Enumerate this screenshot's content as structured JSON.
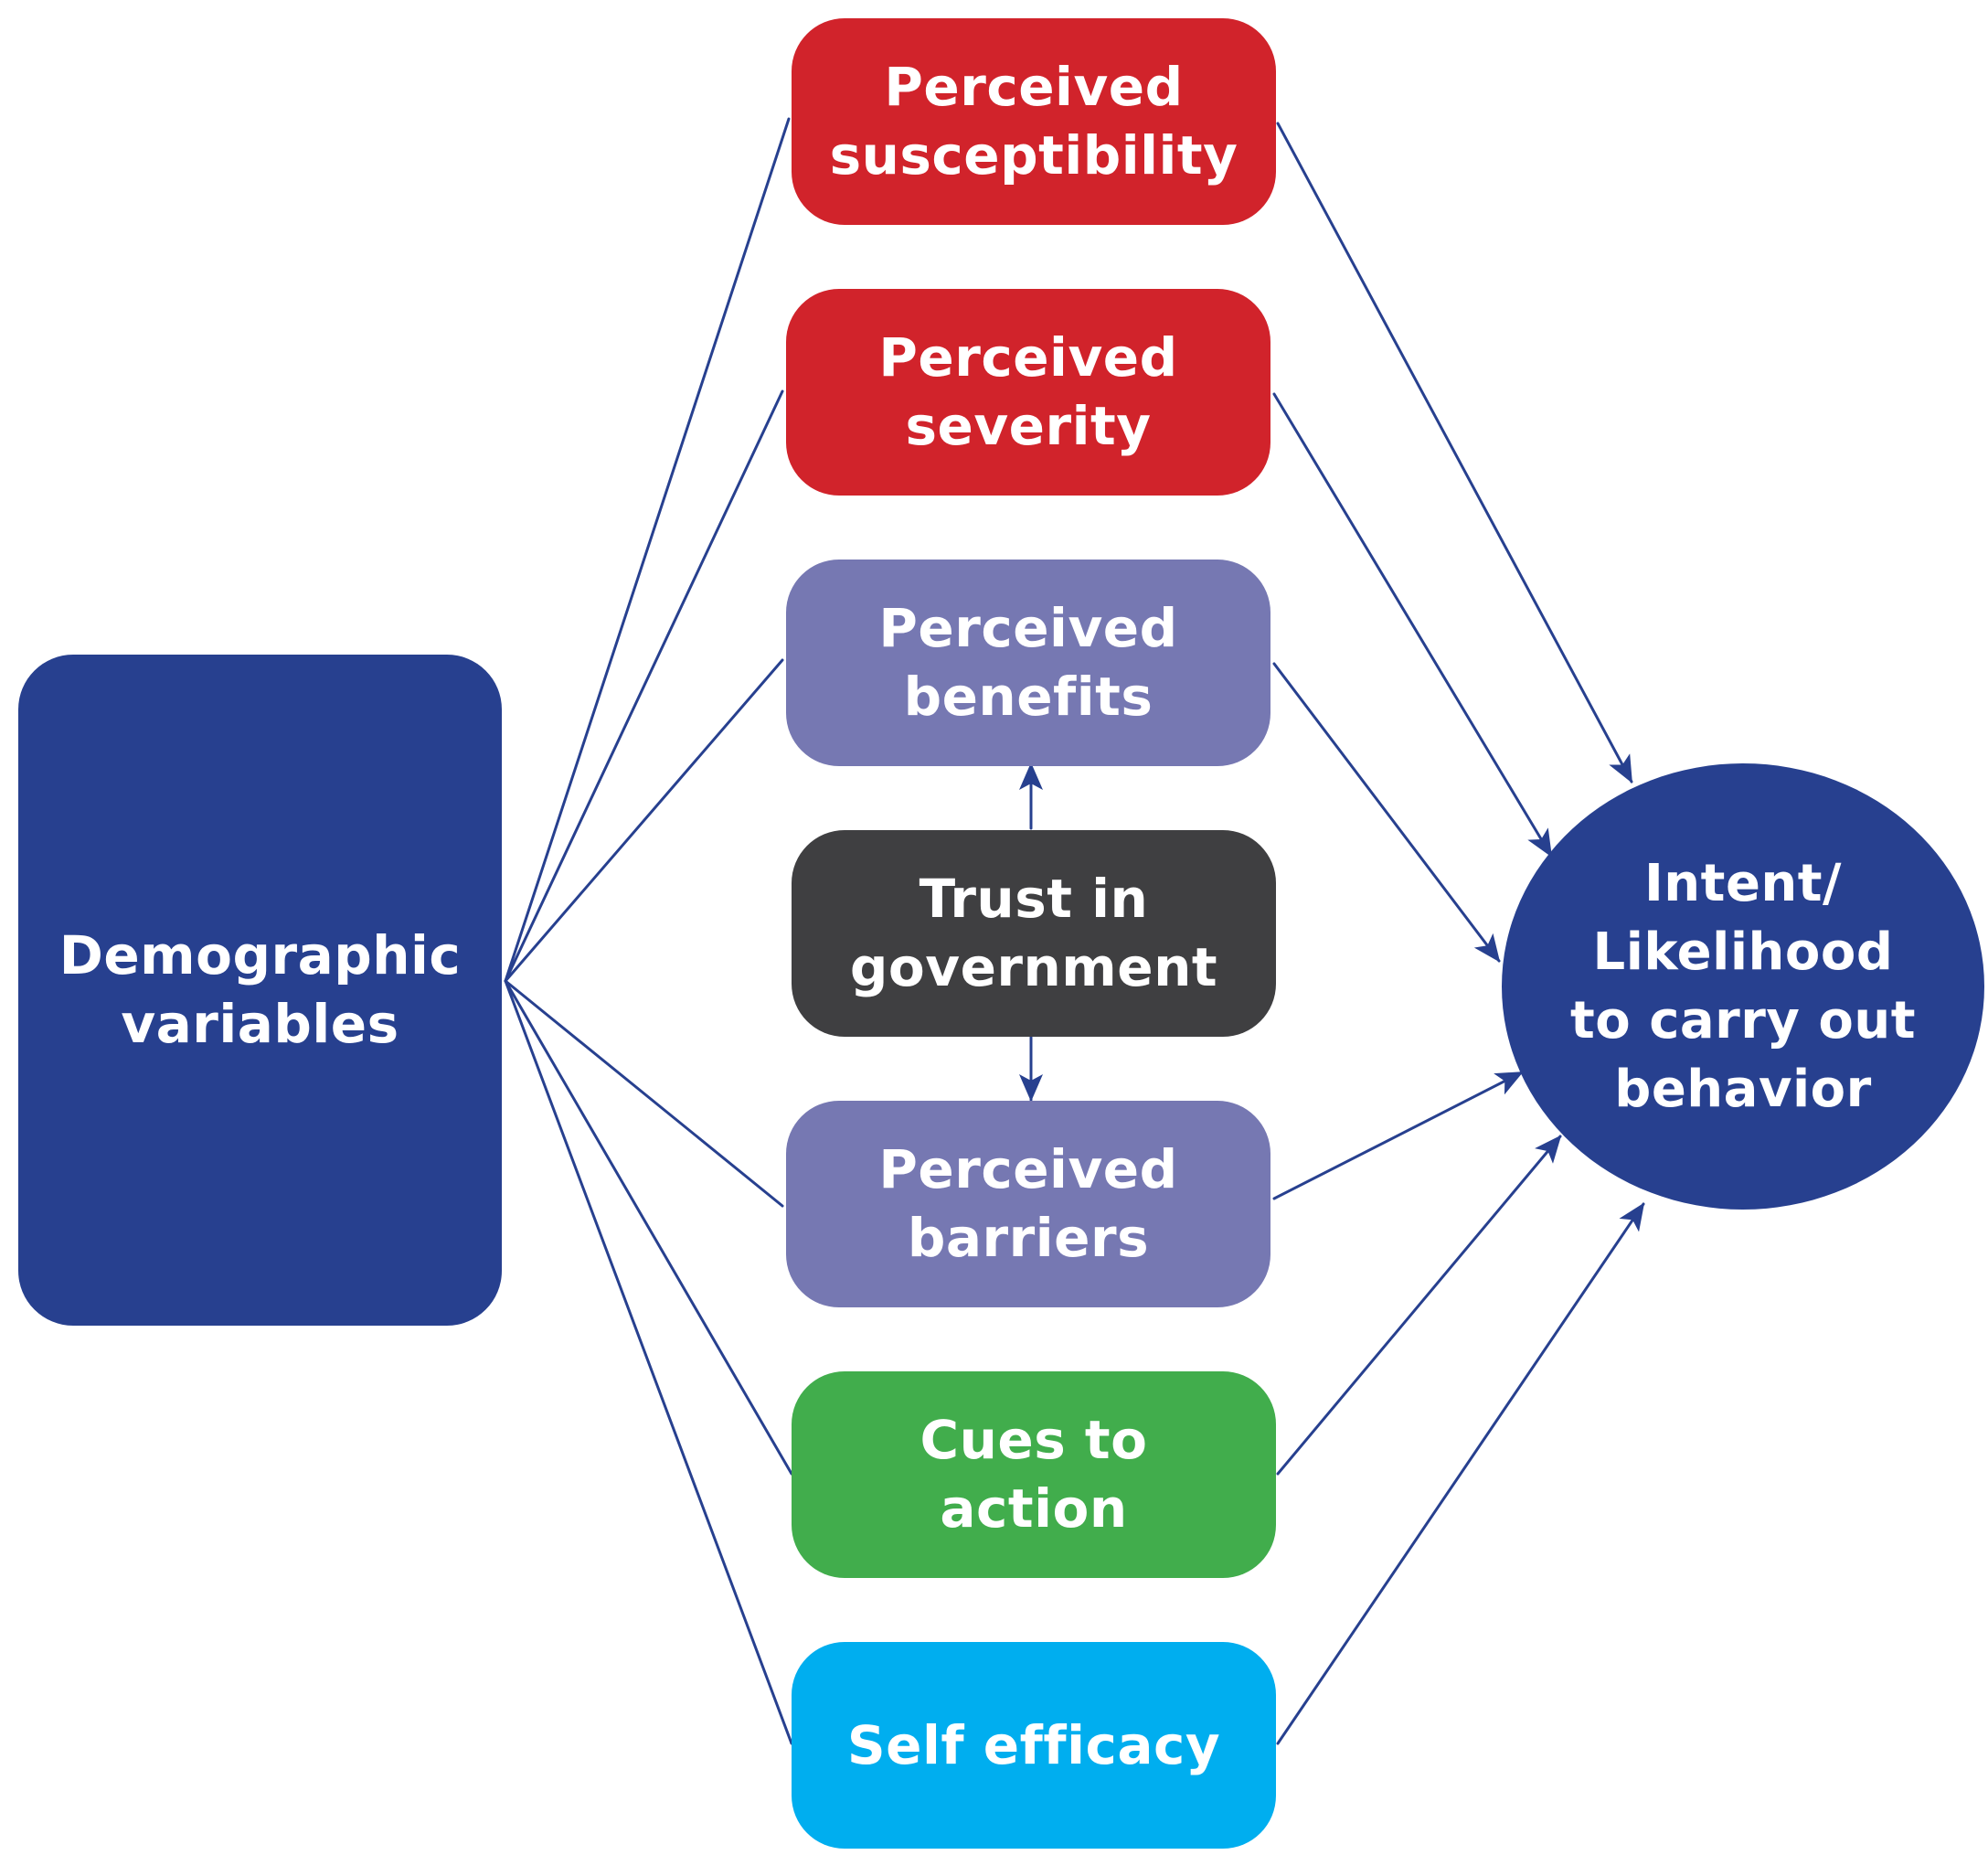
{
  "colors": {
    "navy": "#27408f",
    "red": "#d1232b",
    "lavender": "#7678b2",
    "dark_gray": "#3f3f41",
    "green": "#41ad4c",
    "sky_blue": "#00aeef",
    "arrow": "#27408f"
  },
  "nodes": {
    "demographic": {
      "lines": [
        "Demographic",
        "variables"
      ],
      "color": "navy"
    },
    "susceptibility": {
      "lines": [
        "Perceived",
        "susceptibility"
      ],
      "color": "red"
    },
    "severity": {
      "lines": [
        "Perceived",
        "severity"
      ],
      "color": "red"
    },
    "benefits": {
      "lines": [
        "Perceived",
        "benefits"
      ],
      "color": "lavender"
    },
    "trust": {
      "lines": [
        "Trust in",
        "government"
      ],
      "color": "dark_gray"
    },
    "barriers": {
      "lines": [
        "Perceived",
        "barriers"
      ],
      "color": "lavender"
    },
    "cues": {
      "lines": [
        "Cues to",
        "action"
      ],
      "color": "green"
    },
    "self_efficacy": {
      "lines": [
        "Self efficacy"
      ],
      "color": "sky_blue"
    },
    "intent": {
      "lines": [
        "Intent/",
        "Likelihood",
        "to carry out",
        "behavior"
      ],
      "color": "navy"
    }
  },
  "edges": [
    {
      "from": "demographic",
      "to": "susceptibility",
      "arrowhead": false
    },
    {
      "from": "demographic",
      "to": "severity",
      "arrowhead": false
    },
    {
      "from": "demographic",
      "to": "benefits",
      "arrowhead": false
    },
    {
      "from": "demographic",
      "to": "barriers",
      "arrowhead": false
    },
    {
      "from": "demographic",
      "to": "cues",
      "arrowhead": false
    },
    {
      "from": "demographic",
      "to": "self_efficacy",
      "arrowhead": false
    },
    {
      "from": "trust",
      "to": "benefits",
      "arrowhead": true
    },
    {
      "from": "trust",
      "to": "barriers",
      "arrowhead": true
    },
    {
      "from": "susceptibility",
      "to": "intent",
      "arrowhead": true
    },
    {
      "from": "severity",
      "to": "intent",
      "arrowhead": true
    },
    {
      "from": "benefits",
      "to": "intent",
      "arrowhead": true
    },
    {
      "from": "barriers",
      "to": "intent",
      "arrowhead": true
    },
    {
      "from": "cues",
      "to": "intent",
      "arrowhead": true
    },
    {
      "from": "self_efficacy",
      "to": "intent",
      "arrowhead": true
    }
  ]
}
